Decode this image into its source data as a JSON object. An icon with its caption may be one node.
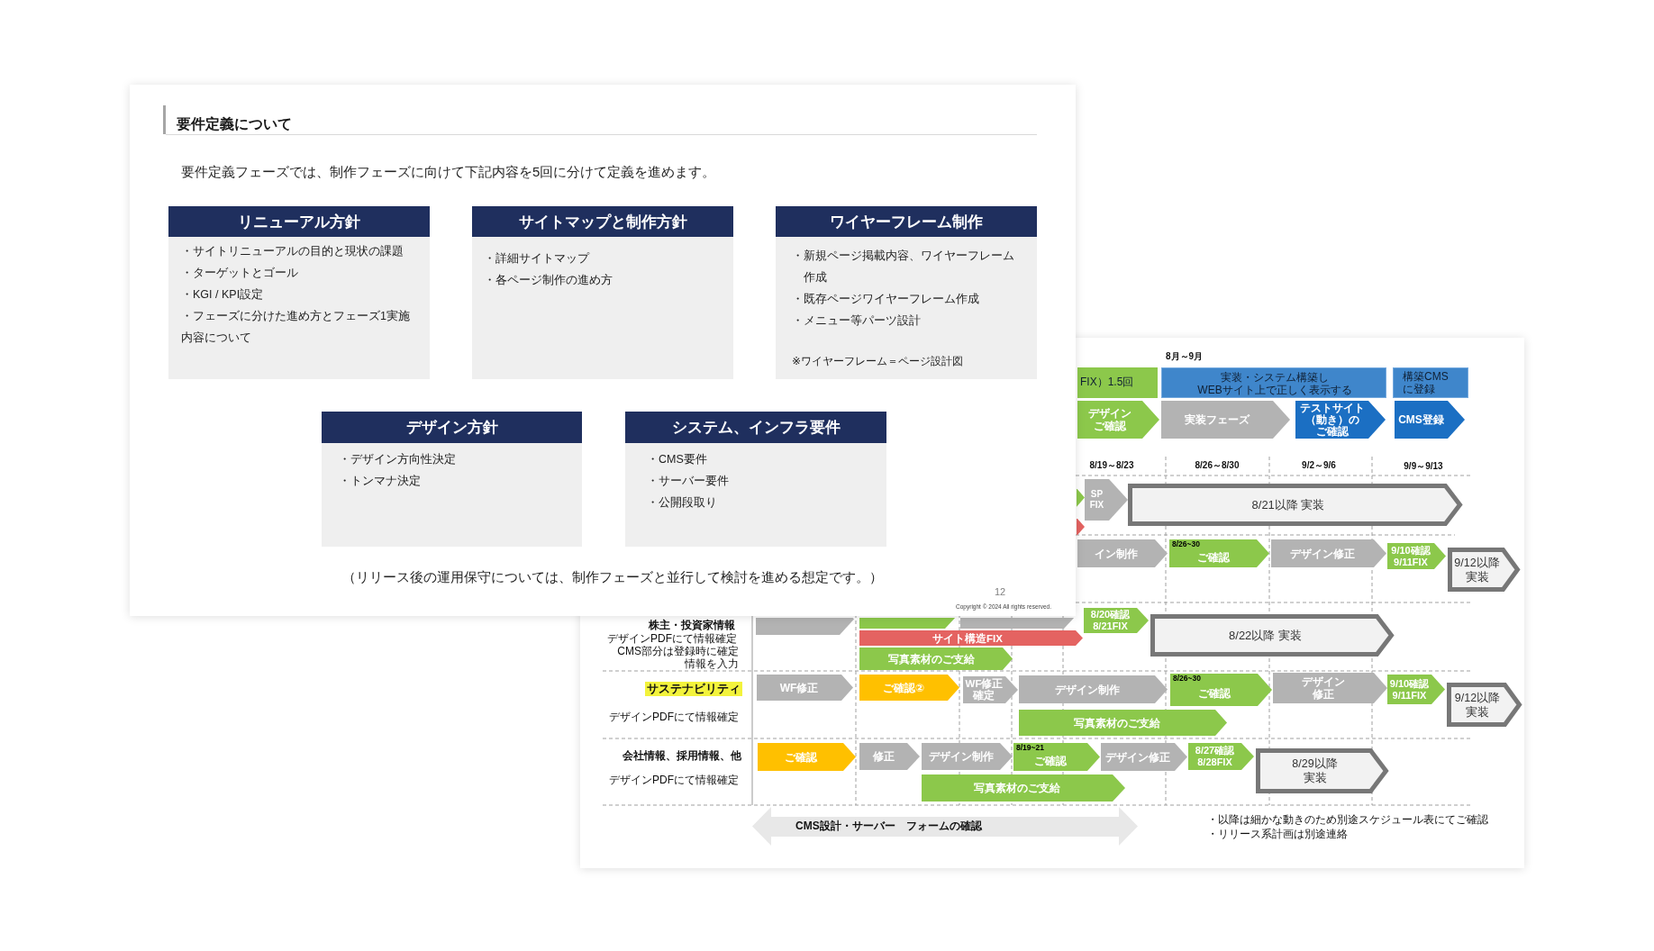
{
  "diagram": {
    "nodes": [
      {
        "text": [],
        "shape": "box"
      },
      {
        "text": [
          "リニューアル方針",
          "・サイトリニューアルの目的と現状の課題",
          "・ターゲットとゴール",
          "・KGI / KPI設定",
          "・フェーズに分けた進め方とフェーズ1実施内容について"
        ],
        "in": 0
      },
      {
        "text": [
          "サイトマップと制作方針",
          "・詳細サイトマップ",
          "・各ページ制作の進め方"
        ],
        "in": 0
      },
      {
        "text": [
          "ワイヤーフレーム制作",
          "・新規ページ掲載内容、ワイヤーフレーム作成",
          "・既存ページワイヤーフレーム作成",
          "・メニュー等パーツ設計",
          "※ワイヤーフレーム＝ページ設計図"
        ],
        "in": 0
      },
      {
        "text": [
          "デザイン方針",
          "・デザイン方向性決定",
          "・トンマナ決定"
        ],
        "in": 0
      },
      {
        "text": [
          "システム、インフラ要件",
          "・CMS要件",
          "・サーバー要件",
          "・公開段取り"
        ]
      },
      {
        "text": [],
        "shape": "box"
      },
      {
        "text": [
          "FIX）1.5回"
        ],
        "in": 6
      },
      {
        "text": [
          "実装・システム構築しWEBサイト上で正しく表示する"
        ],
        "in": 6
      },
      {
        "text": [
          "構築CMSに登録"
        ],
        "in": 6
      },
      {
        "text": [
          "デザインご確認"
        ],
        "in": 6
      },
      {
        "text": [
          "実装フェーズ"
        ],
        "in": 6
      },
      {
        "text": [
          "テストサイト（動き）のご確認"
        ],
        "in": 6
      },
      {
        "text": [
          "CMS登録"
        ],
        "in": 6
      },
      {
        "text": [],
        "shape": "chevron",
        "in": 6
      },
      {
        "text": [],
        "shape": "chevron",
        "in": 6
      },
      {
        "text": [
          "SP FIX"
        ],
        "in": 6
      },
      {
        "text": [
          "8/21以降 実装"
        ],
        "in": 6
      },
      {
        "text": [
          "イン制作"
        ],
        "in": 6
      },
      {
        "text": [
          "8/26~30",
          "ご確認"
        ],
        "in": 6
      },
      {
        "text": [
          "デザイン修正"
        ],
        "in": 6
      },
      {
        "text": [
          "9/10確認 9/11FIX"
        ],
        "in": 6
      },
      {
        "text": [
          "9/12以降実装"
        ],
        "in": 6
      },
      {
        "text": [],
        "shape": "chevron",
        "in": 6
      },
      {
        "text": [],
        "shape": "chevron",
        "in": 6
      },
      {
        "text": [],
        "shape": "chevron",
        "in": 6
      },
      {
        "text": [
          "8/20確認 8/21FIX"
        ],
        "in": 6
      },
      {
        "text": [
          "8/22以降 実装"
        ],
        "in": 6
      },
      {
        "text": [
          "サイト構造FIX"
        ],
        "in": 6
      },
      {
        "text": [
          "写真素材のご支給"
        ],
        "in": 6
      },
      {
        "text": [
          "WF修正"
        ],
        "in": 6
      },
      {
        "text": [
          "ご確認②"
        ],
        "in": 6
      },
      {
        "text": [
          "WF修正確定"
        ],
        "in": 6
      },
      {
        "text": [
          "デザイン制作"
        ],
        "in": 6
      },
      {
        "text": [
          "8/26~30",
          "ご確認"
        ],
        "in": 6
      },
      {
        "text": [
          "デザイン修正"
        ],
        "in": 6
      },
      {
        "text": [
          "9/10確認 9/11FIX"
        ],
        "in": 6
      },
      {
        "text": [
          "9/12以降実装"
        ],
        "in": 6
      },
      {
        "text": [
          "写真素材のご支給"
        ],
        "in": 6
      },
      {
        "text": [
          "ご確認"
        ],
        "in": 6
      },
      {
        "text": [
          "修正"
        ],
        "in": 6
      },
      {
        "text": [
          "デザイン制作"
        ],
        "in": 6
      },
      {
        "text": [
          "8/19~21",
          "ご確認"
        ],
        "in": 6
      },
      {
        "text": [
          "デザイン修正"
        ],
        "in": 6
      },
      {
        "text": [
          "8/27確認 8/28FIX"
        ],
        "in": 6
      },
      {
        "text": [
          "8/29以降実装"
        ],
        "in": 6
      },
      {
        "text": [
          "写真素材のご支給"
        ],
        "in": 6
      },
      {
        "text": [
          "CMS設計・サーバー　フォームの確認"
        ],
        "in": 6
      }
    ],
    "labels": [
      "要件定義について",
      "要件定義フェーズでは、制作フェーズに向けて下記内容を5回に分けて定義を進めます。",
      "（リリース後の運用保守については、制作フェーズと並行して検討を進める想定です。）",
      "12",
      "Copyright © 2024 All rights reserved.",
      "8月～9月",
      "8/19～8/23",
      "8/26～8/30",
      "9/2～9/6",
      "9/9～9/13",
      "株主・投資家情報",
      "デザインPDFにて情報確定",
      "CMS部分は登録時に確定情報を入力",
      "サステナビリティ",
      "デザインPDFにて情報確定",
      "会社情報、採用情報、他",
      "デザインPDFにて情報確定",
      "・以降は細かな動きのため別途スケジュール表にてご確認",
      "・リリース系計画は別途連絡"
    ]
  }
}
